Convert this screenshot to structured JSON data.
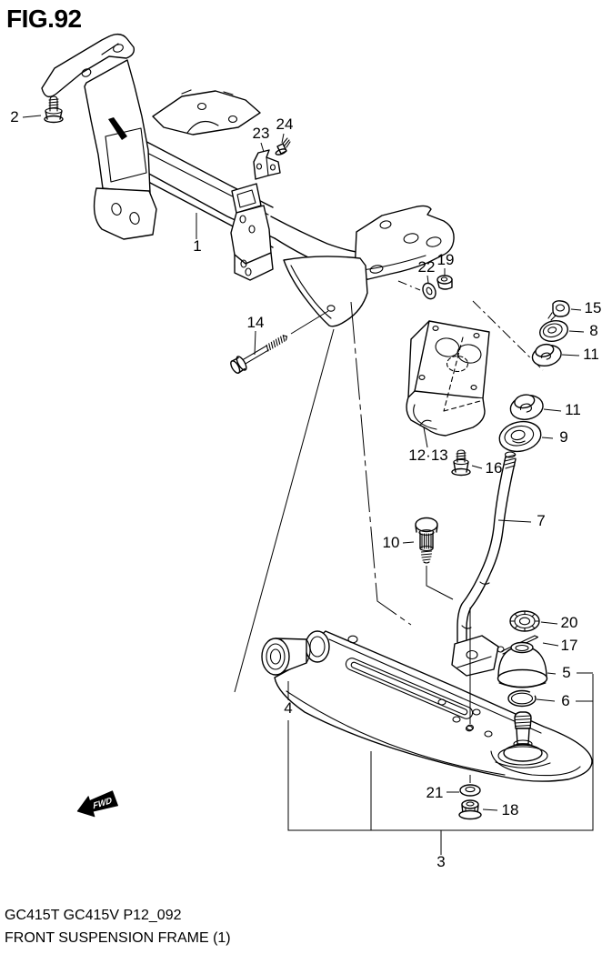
{
  "page": {
    "title": "FIG.92"
  },
  "footer": {
    "line1": "GC415T GC415V P12_092",
    "line2": "FRONT SUSPENSION FRAME (1)"
  },
  "direction_marker": {
    "label": "FWD"
  },
  "diagram": {
    "callouts": {
      "c1": {
        "label": "1"
      },
      "c2": {
        "label": "2"
      },
      "c3": {
        "label": "3"
      },
      "c4": {
        "label": "4"
      },
      "c5": {
        "label": "5"
      },
      "c6": {
        "label": "6"
      },
      "c7": {
        "label": "7"
      },
      "c8": {
        "label": "8"
      },
      "c9": {
        "label": "9"
      },
      "c10": {
        "label": "10"
      },
      "c11": {
        "label": "11"
      },
      "c12_13": {
        "label": "12·13"
      },
      "c14": {
        "label": "14"
      },
      "c15": {
        "label": "15"
      },
      "c16": {
        "label": "16"
      },
      "c17": {
        "label": "17"
      },
      "c18": {
        "label": "18"
      },
      "c19": {
        "label": "19"
      },
      "c20": {
        "label": "20"
      },
      "c21": {
        "label": "21"
      },
      "c22": {
        "label": "22"
      },
      "c23": {
        "label": "23"
      },
      "c24": {
        "label": "24"
      }
    }
  }
}
